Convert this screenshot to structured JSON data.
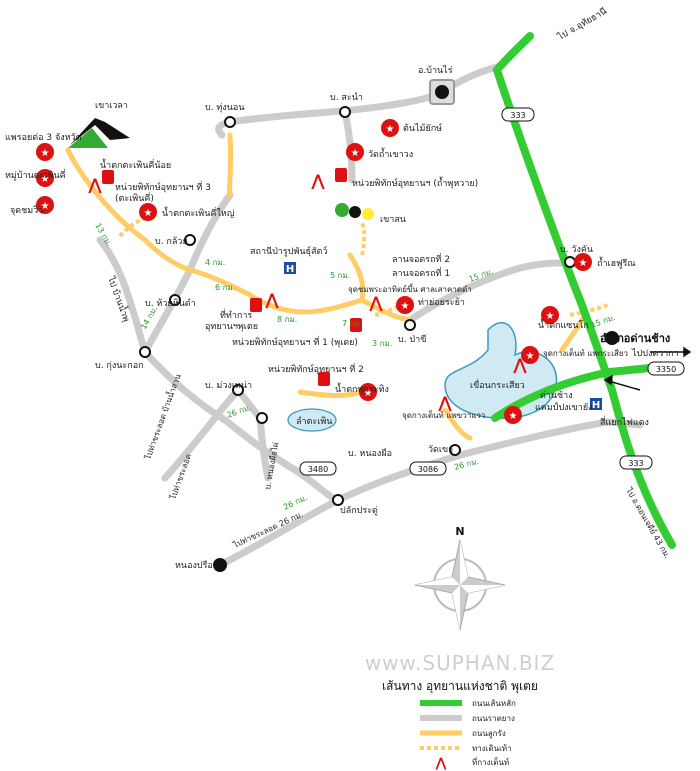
{
  "title": "เส้นทาง อุทยานแห่งชาติ พุเตย",
  "watermark": "www.SUPHAN.BIZ",
  "compass_north": "N",
  "legend": [
    {
      "label": "ถนนเส้นหลัก",
      "color": "#33cc33"
    },
    {
      "label": "ถนนราดยาง",
      "color": "#cccccc"
    },
    {
      "label": "ถนนลูกรัง",
      "color": "#ffcc66"
    },
    {
      "label": "ทางเดินเท้า",
      "color": "#ffcc66"
    },
    {
      "label": "ที่กางเต็นท์",
      "color": "#dd1111"
    }
  ],
  "road_numbers": {
    "r333a": "333",
    "r333b": "333",
    "r3350": "3350",
    "r3480": "3480",
    "r3086": "3086"
  },
  "distances": {
    "d13": "13 กม.",
    "d4a": "4 กม.",
    "d6": "6 กม.",
    "d14": "14 กม.",
    "d26a": "26 กม.",
    "d8": "8 กม.",
    "d5": "5 กม.",
    "d7": "7 กม.",
    "d3": "3 กม.",
    "d15a": "15 กม.",
    "d15b": "15 กม.",
    "d26b": "26 กม.",
    "d26c": "26 กม.",
    "d43": "43 กม."
  },
  "places": {
    "ban_rai": "อ.บ้านไร่",
    "to_uthai": "ไป จ.อุทัยธานี",
    "ban_sanam": "บ. สะนำ",
    "ban_thung_non": "บ. ทุ่งนอน",
    "khao_wela": "เขาเวลา",
    "border_3": "แพรอยต่อ 3 จังหวัด",
    "nam_tok_phin_noi": "น้ำตกตะเพินคี่น้อย",
    "mu_ban_phin": "หมู่บ้านตะเพินคี่",
    "unit3": "หน่วยพิทักษ์อุทยานฯ ที่ 3",
    "unit3b": "(ตะเพินคี่)",
    "chut_chom_wiw": "จุดชมวิว",
    "nam_tok_phin_yai": "น้ำตกตะเพินคี่ใหญ่",
    "ton_mai": "ต้นไม้ยักษ์",
    "wat_tham": "วัดถ้ำเขาวง",
    "unit_tham": "หน่วยพิทักษ์อุทยานฯ (ถ้ำพุหวาย)",
    "khao_son": "เขาสน",
    "ban_klua": "บ. กล้วย",
    "station": "สถานีป่ารูปพันธุ์สัตว์",
    "park1": "ลานจอดรถที่ 2",
    "park2": "ลานจอดรถที่ 1",
    "sunrise": "จุดชมพระอาทิตย์ขึ้น ศาลเสาคาดดำ",
    "tha_ya": "ท่าย่อยระย้า",
    "office": "ที่ทำการ",
    "office2": "อุทยานฯพุเตย",
    "ban_huai": "บ. ห้วยหินดำ",
    "to_ban_nam": "ไป บ้านน้ำพุ",
    "unit1": "หน่วยพิทักษ์อุทยานฯ ที่ 1 (พุเตย)",
    "ban_kung": "บ. กุ่งนะกอก",
    "ban_pa_chi": "บ. ป่าขี",
    "ban_wang": "บ. วังคัน",
    "tham_rue": "ถ้ำเฮฟูรีณ",
    "nam_tok_song": "น้ำตกแซนโก",
    "camp_kra": "จุดกางเต็นท์ แพกระเสียว",
    "amphoe": "อำเภอด่านช้าง",
    "to_dan": "ไปปงดวากา",
    "dam": "เขื่อนกระเสียว",
    "dan_chang": "ด่านช้าง",
    "camp_pong": "แคมป์ปงเขายัง",
    "sa_yaek": "สี่แยกไฟแดง",
    "ban_muang": "บ. ม่วงเหน่า",
    "unit2": "หน่วยพิทักษ์อุทยานฯ ที่ 2",
    "nam_tok_phu": "น้ำตกพุกระทิง",
    "lam_ta": "ลำตะเพิน",
    "to_ban_lao": "ไปท่าขระลอด บ้านน้ำสวน",
    "to_lao": "ไปท่าขระลอด",
    "ban_nong_phai": "บ. หนองผือไผ่",
    "ban_nong_phue": "บ. หนองผือ",
    "camp_pae": "จุดกางเต็นท์ แพขวาแวว",
    "wat_khao": "วัดเขา",
    "to_tha_26": "ไปท่าขระลอด 26 กม.",
    "plak_pradu": "ปลักประดู่",
    "nong_preu": "หนองปรือ",
    "to_dertm": "ไป อ.ดอนเจดีย์ 43 กม."
  }
}
